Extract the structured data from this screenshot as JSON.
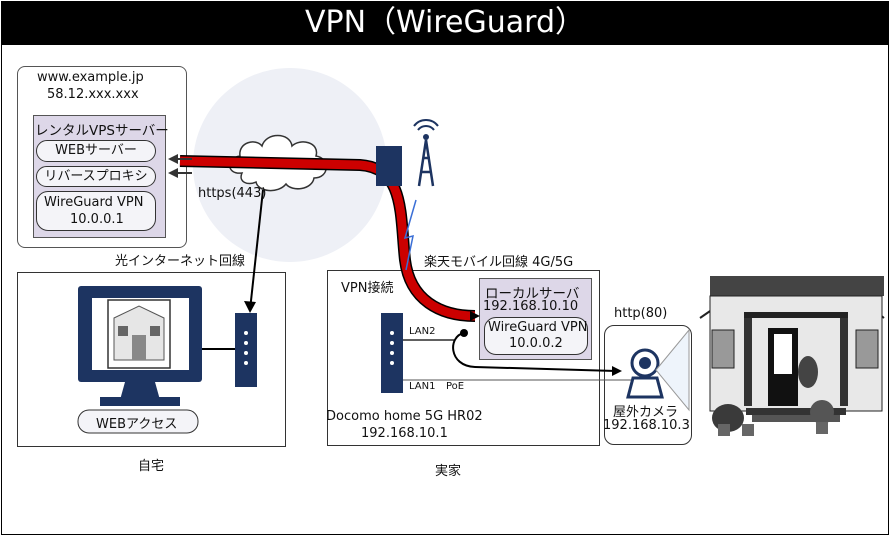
{
  "title": "VPN（WireGuard）",
  "vps": {
    "domain": "www.example.jp",
    "ip": "58.12.xxx.xxx",
    "heading": "レンタルVPSサーバー",
    "web": "WEBサーバー",
    "proxy": "リバースプロキシ",
    "vpn_name": "WireGuard VPN",
    "vpn_ip": "10.0.0.1"
  },
  "links": {
    "https": "https(443)",
    "fiber": "光インターネット回線",
    "mobile": "楽天モバイル回線 4G/5G",
    "vpn_conn": "VPN接続",
    "http": "http(80)",
    "lan2": "LAN2",
    "lan1": "LAN1",
    "poe": "PoE"
  },
  "home": {
    "web_access": "WEBアクセス",
    "caption": "自宅"
  },
  "parents": {
    "server_heading": "ローカルサーバ",
    "server_ip": "192.168.10.10",
    "vpn_name": "WireGuard VPN",
    "vpn_ip": "10.0.0.2",
    "router_name": "Docomo home 5G HR02",
    "router_ip": "192.168.10.1",
    "caption": "実家"
  },
  "camera": {
    "name": "屋外カメラ",
    "ip": "192.168.10.3"
  },
  "colors": {
    "title_bg": "#000000",
    "tunnel": "#cc0000",
    "device": "#1d3461",
    "panel": "#ddd7e8",
    "globe": "#eef0f6"
  }
}
